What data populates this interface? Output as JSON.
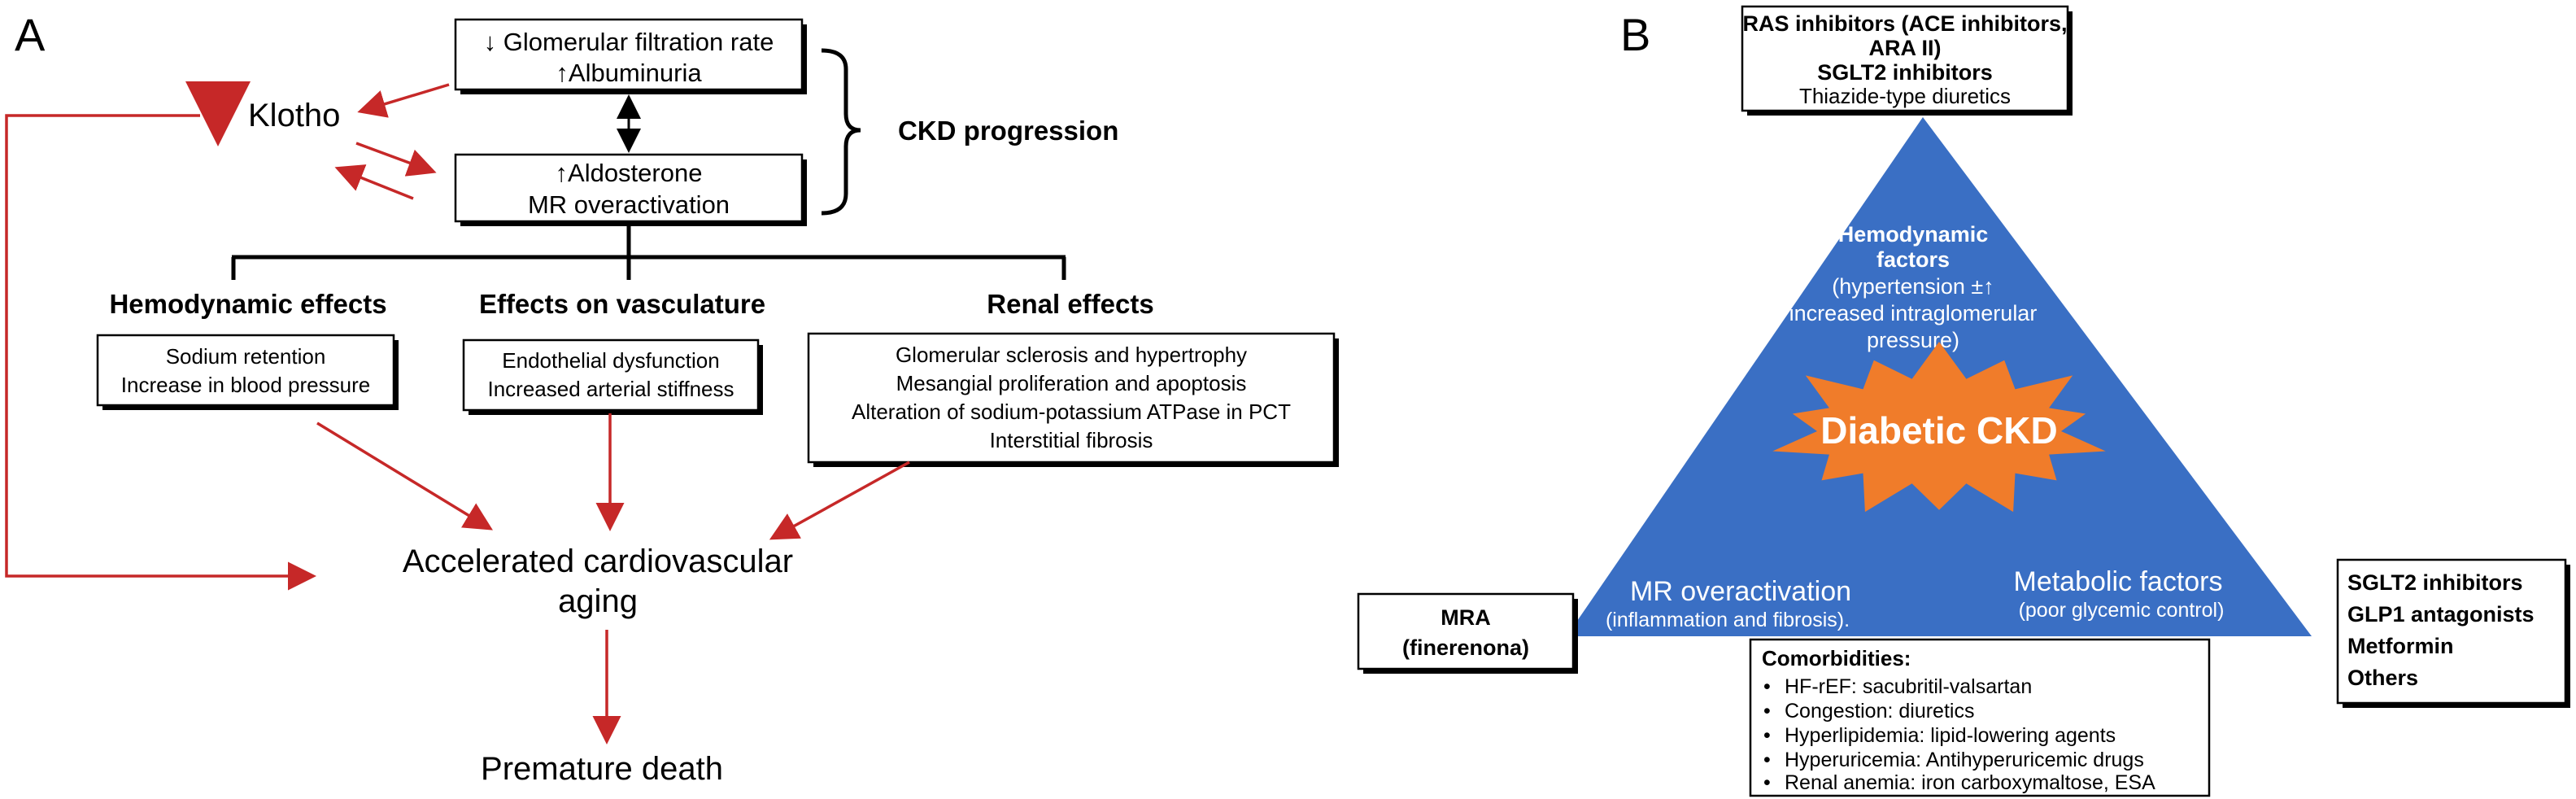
{
  "panel_a": {
    "label": "A",
    "gfr_box": {
      "line1": "↓ Glomerular filtration rate",
      "line2": "↑Albuminuria"
    },
    "aldo_box": {
      "line1": "↑Aldosterone",
      "line2": "MR overactivation"
    },
    "klotho": "Klotho",
    "ckd_progression": "CKD progression",
    "hemodynamic": {
      "title": "Hemodynamic effects",
      "lines": [
        "Sodium retention",
        "Increase in blood pressure"
      ]
    },
    "vasculature": {
      "title": "Effects on vasculature",
      "lines": [
        "Endothelial dysfunction",
        "Increased arterial stiffness"
      ]
    },
    "renal": {
      "title": "Renal effects",
      "lines": [
        "Glomerular sclerosis and hypertrophy",
        "Mesangial proliferation and apoptosis",
        "Alteration of sodium-potassium ATPase in PCT",
        "Interstitial fibrosis"
      ]
    },
    "cv_aging": {
      "line1": "Accelerated cardiovascular",
      "line2": "aging"
    },
    "premature_death": "Premature death"
  },
  "panel_b": {
    "label": "B",
    "top_box": [
      "RAS inhibitors (ACE inhibitors,",
      "ARA II)",
      "SGLT2 inhibitors",
      "Thiazide-type diuretics"
    ],
    "hemodynamic_factors": [
      "Hemodynamic",
      "factors",
      "(hypertension ±↑",
      "increased intraglomerular",
      "pressure)"
    ],
    "center": "Diabetic CKD",
    "mr_overactivation": {
      "title": "MR overactivation",
      "sub": "(inflammation and fibrosis)."
    },
    "metabolic_factors": {
      "title": "Metabolic factors",
      "sub": "(poor glycemic control)"
    },
    "mra_box": [
      "MRA",
      "(finerenona)"
    ],
    "right_box": [
      "SGLT2 inhibitors",
      "GLP1 antagonists",
      "Metformin",
      "Others"
    ],
    "comorbidities": {
      "title": "Comorbidities:",
      "items": [
        "HF-rEF: sacubritil-valsartan",
        "Congestion: diuretics",
        "Hyperlipidemia: lipid-lowering agents",
        "Hyperuricemia: Antihyperuricemic drugs",
        "Renal anemia: iron carboxymaltose, ESA"
      ]
    },
    "colors": {
      "triangle": "#3a6fc4",
      "star": "#f07c2a",
      "arrow": "#c62828"
    }
  }
}
